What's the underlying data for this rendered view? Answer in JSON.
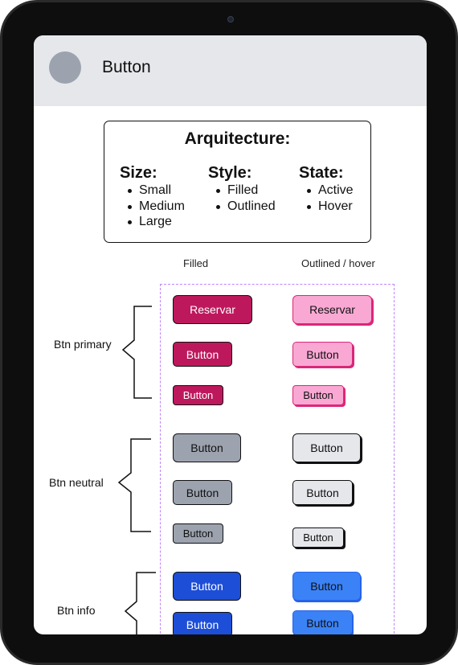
{
  "app": {
    "title": "Button"
  },
  "architecture": {
    "title": "Arquitecture:",
    "columns": [
      {
        "heading": "Size:",
        "items": [
          "Small",
          "Medium",
          "Large"
        ]
      },
      {
        "heading": "Style:",
        "items": [
          "Filled",
          "Outlined"
        ]
      },
      {
        "heading": "State:",
        "items": [
          "Active",
          "Hover"
        ]
      }
    ]
  },
  "columns": {
    "filled": "Filled",
    "outlined": "Outlined / hover"
  },
  "groups": {
    "primary": {
      "label": "Btn primary",
      "large_label": "Reservar",
      "medium_label": "Button",
      "small_label": "Button",
      "color_filled": "#be185d",
      "color_outline": "#f9a8d4"
    },
    "neutral": {
      "label": "Btn neutral",
      "large_label": "Button",
      "medium_label": "Button",
      "small_label": "Button",
      "color_filled": "#9ca3af",
      "color_outline": "#e5e7eb"
    },
    "info": {
      "label": "Btn info",
      "large_label": "Button",
      "medium_label": "Button",
      "color_filled": "#1d4ed8",
      "color_outline": "#3b82f6"
    }
  },
  "icons": {
    "avatar": "avatar-circle",
    "brace": "curly-brace"
  }
}
